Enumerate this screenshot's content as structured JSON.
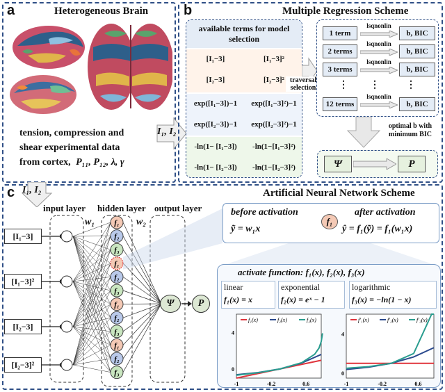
{
  "panel_a": {
    "tag": "a",
    "title": "Heterogeneous Brain",
    "caption_l1": "tension, compression and",
    "caption_l2": "shear experimental data",
    "caption_l3": "from cortex,",
    "caption_vars": "P₁₁, P₁₂, λ, γ"
  },
  "arrow_ab": "I₁, I₂",
  "panel_b": {
    "tag": "b",
    "title": "Multiple Regression Scheme",
    "terms_header": "available terms for model selection",
    "terms": [
      [
        "[I₁−3]",
        "[I₁−3]²"
      ],
      [
        "[I₂−3]",
        "[I₂−3]²"
      ],
      [
        "exp([I₁−3])−1",
        "exp([I₁−3]²)−1"
      ],
      [
        "exp([I₂−3])−1",
        "exp([I₂−3]²)−1"
      ],
      [
        "-ln(1− [I₁−3])",
        "-ln(1−[I₁−3]²)"
      ],
      [
        "-ln(1− [I₂−3])",
        "-ln(1−[I₂−3]²)"
      ]
    ],
    "traversal": "traversal selection",
    "models": [
      "1 term",
      "2 terms",
      "3 terms",
      "⋮",
      "12 terms"
    ],
    "solver": "lsqnonlin",
    "result": "b, BIC",
    "optimal": "optimal b with minimum BIC",
    "psi": "Ψ",
    "p": "P"
  },
  "arrow_bc": "I₁, I₂",
  "panel_c": {
    "tag": "c",
    "title": "Artificial Neural Network Scheme",
    "layers": [
      "input layer",
      "hidden layer",
      "output layer"
    ],
    "w1": "w₁",
    "w2": "w₂",
    "inputs": [
      "[I₁−3]",
      "[I₁−3]²",
      "[I₂−3]",
      "[I₂−3]²"
    ],
    "hidden": [
      "f₁",
      "f₂",
      "f₃",
      "f₁",
      "f₂",
      "f₃",
      "f₁",
      "f₂",
      "f₃",
      "f₁",
      "f₂",
      "f₃"
    ],
    "psi": "Ψ",
    "p": "P",
    "before": "before activation",
    "after": "after activation",
    "eq_before": "ỹ = w₁x",
    "eq_after": "ŷ = f₁(ỹ) = f₁(w₁x)",
    "f1_node": "f₁",
    "act_title": "activate function: f₁(x), f₂(x), f₃(x)",
    "act_boxes": [
      {
        "name": "linear",
        "eq": "f₁(x) = x"
      },
      {
        "name": "exponential",
        "eq": "f₂(x) = eˣ − 1"
      },
      {
        "name": "logarithmic",
        "eq": "f₃(x) = −ln(1 − x)"
      }
    ]
  },
  "colors": {
    "panel_border": "#2f4f86",
    "box_fill": "#e4ecf6",
    "f1": "#f4c9b5",
    "f2": "#b9c9ea",
    "f3": "#c9e6c0",
    "red": "#e0343c",
    "blue": "#2b4a8e",
    "green": "#2a9d8f"
  },
  "chart_data": [
    {
      "type": "line",
      "legend": [
        "f₁(x)",
        "f₂(x)",
        "f₃(x)"
      ],
      "xticks": [
        "-1",
        "-0.2",
        "0.6"
      ],
      "yticks": [
        "0",
        "4"
      ],
      "xlim": [
        -1,
        0.95
      ],
      "ylim": [
        -1,
        6
      ],
      "series": [
        {
          "name": "f₁(x)",
          "x": [
            -1,
            -0.5,
            0,
            0.5,
            0.95
          ],
          "y": [
            -1,
            -0.5,
            0,
            0.5,
            0.95
          ]
        },
        {
          "name": "f₂(x)",
          "x": [
            -1,
            -0.5,
            0,
            0.5,
            0.95
          ],
          "y": [
            -0.63,
            -0.39,
            0,
            0.65,
            1.59
          ]
        },
        {
          "name": "f₃(x)",
          "x": [
            -1,
            -0.5,
            0,
            0.5,
            0.8,
            0.9,
            0.95,
            0.98
          ],
          "y": [
            -0.69,
            -0.41,
            0,
            0.69,
            1.61,
            2.3,
            3.0,
            3.91
          ]
        }
      ]
    },
    {
      "type": "line",
      "legend": [
        "f′₁(x)",
        "f′₂(x)",
        "f′₃(x)"
      ],
      "xticks": [
        "-1",
        "-0.2",
        "0.6"
      ],
      "yticks": [
        "0",
        "4"
      ],
      "xlim": [
        -1,
        0.95
      ],
      "ylim": [
        -0.5,
        6
      ],
      "series": [
        {
          "name": "f′₁(x)",
          "x": [
            -1,
            0.95
          ],
          "y": [
            1,
            1
          ]
        },
        {
          "name": "f′₂(x)",
          "x": [
            -1,
            -0.5,
            0,
            0.5,
            0.95
          ],
          "y": [
            0.37,
            0.61,
            1,
            1.65,
            2.59
          ]
        },
        {
          "name": "f′₃(x)",
          "x": [
            -1,
            -0.5,
            0,
            0.5,
            0.8,
            0.9,
            0.95
          ],
          "y": [
            0.5,
            0.67,
            1,
            2,
            5,
            10,
            20
          ]
        }
      ]
    }
  ]
}
